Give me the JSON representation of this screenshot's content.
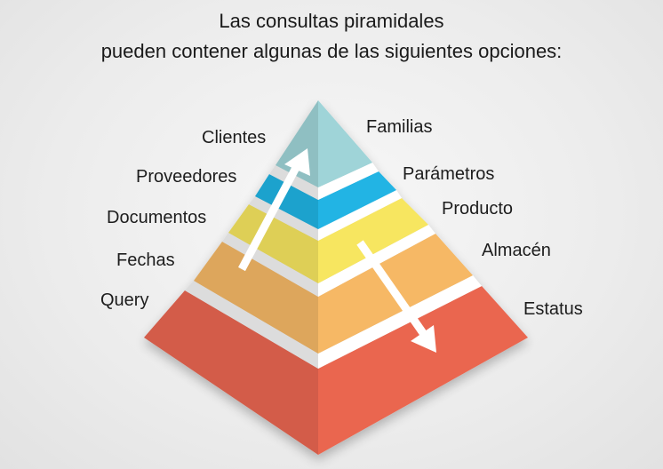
{
  "title": {
    "line1": "Las consultas piramidales",
    "line2": "pueden contener algunas de las siguientes opciones:"
  },
  "left_labels": [
    "Clientes",
    "Proveedores",
    "Documentos",
    "Fechas",
    "Query"
  ],
  "right_labels": [
    "Familias",
    "Parámetros",
    "Producto",
    "Almacén",
    "Estatus"
  ],
  "colors": {
    "tier1": "#9fd4d8",
    "tier2": "#22b4e4",
    "tier3": "#f7e661",
    "tier4": "#f6b865",
    "tier5": "#ea6650",
    "separator": "#dcdcdc",
    "arrow": "#ffffff"
  }
}
